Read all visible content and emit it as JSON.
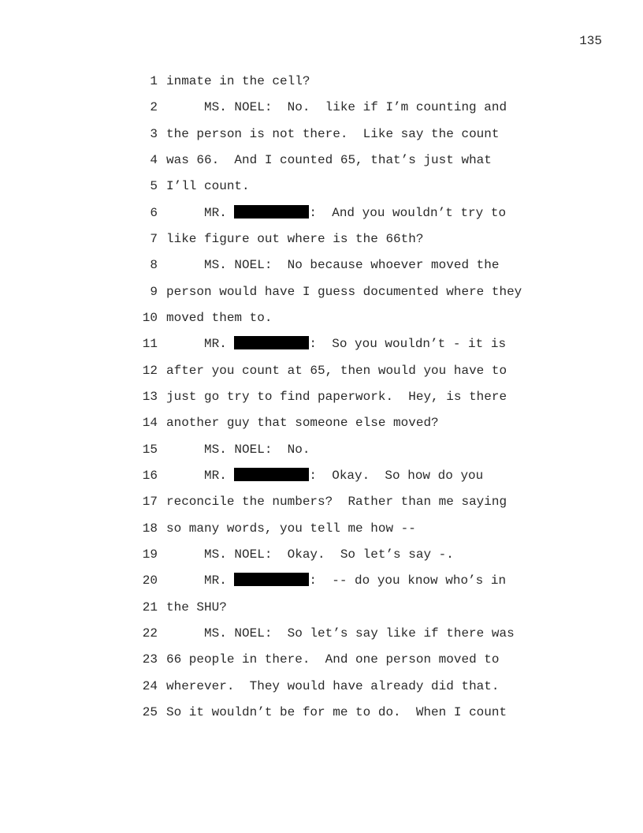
{
  "page_number": "135",
  "lines": [
    {
      "n": "1",
      "text": "inmate in the cell?"
    },
    {
      "n": "2",
      "indent": true,
      "text": "MS. NOEL:  No.  like if I’m counting and"
    },
    {
      "n": "3",
      "text": "the person is not there.  Like say the count"
    },
    {
      "n": "4",
      "text": "was 66.  And I counted 65, that’s just what"
    },
    {
      "n": "5",
      "text": "I’ll count."
    },
    {
      "n": "6",
      "indent": true,
      "speaker": "MR. ",
      "redacted": true,
      "text": ":  And you wouldn’t try to"
    },
    {
      "n": "7",
      "text": "like figure out where is the 66th?"
    },
    {
      "n": "8",
      "indent": true,
      "text": "MS. NOEL:  No because whoever moved the"
    },
    {
      "n": "9",
      "text": "person would have I guess documented where they"
    },
    {
      "n": "10",
      "text": "moved them to."
    },
    {
      "n": "11",
      "indent": true,
      "speaker": "MR. ",
      "redacted": true,
      "text": ":  So you wouldn’t - it is"
    },
    {
      "n": "12",
      "text": "after you count at 65, then would you have to"
    },
    {
      "n": "13",
      "text": "just go try to find paperwork.  Hey, is there"
    },
    {
      "n": "14",
      "text": "another guy that someone else moved?"
    },
    {
      "n": "15",
      "indent": true,
      "text": "MS. NOEL:  No."
    },
    {
      "n": "16",
      "indent": true,
      "speaker": "MR. ",
      "redacted": true,
      "text": ":  Okay.  So how do you"
    },
    {
      "n": "17",
      "text": "reconcile the numbers?  Rather than me saying"
    },
    {
      "n": "18",
      "text": "so many words, you tell me how --"
    },
    {
      "n": "19",
      "indent": true,
      "text": "MS. NOEL:  Okay.  So let’s say -."
    },
    {
      "n": "20",
      "indent": true,
      "speaker": "MR. ",
      "redacted": true,
      "text": ":  -- do you know who’s in"
    },
    {
      "n": "21",
      "text": "the SHU?"
    },
    {
      "n": "22",
      "indent": true,
      "text": "MS. NOEL:  So let’s say like if there was"
    },
    {
      "n": "23",
      "text": "66 people in there.  And one person moved to"
    },
    {
      "n": "24",
      "text": "wherever.  They would have already did that."
    },
    {
      "n": "25",
      "text": "So it wouldn’t be for me to do.  When I count"
    }
  ]
}
